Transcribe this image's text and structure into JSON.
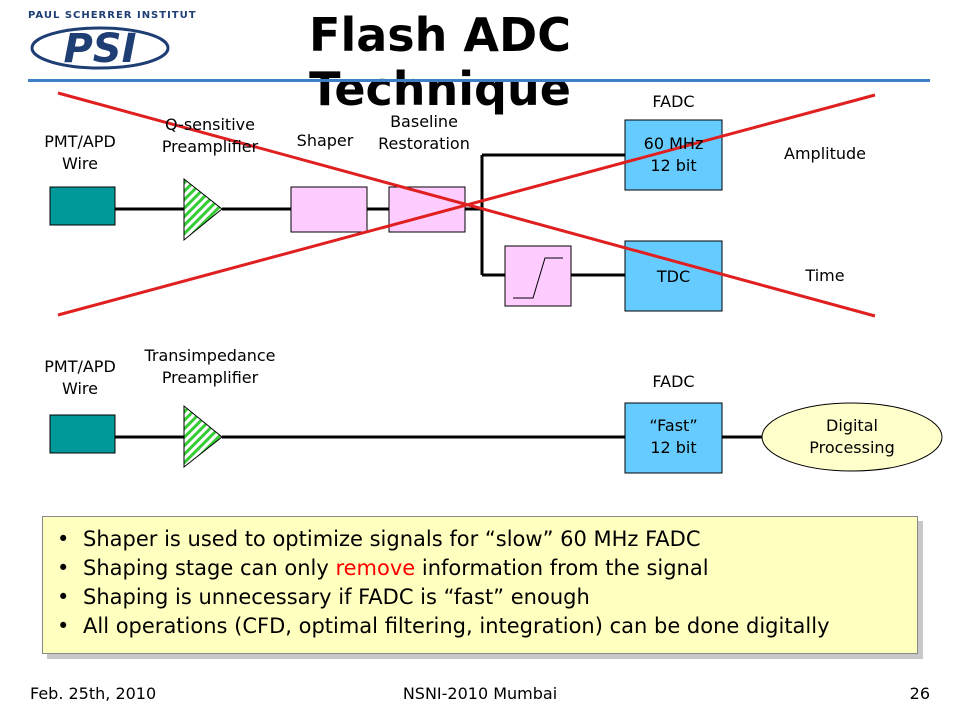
{
  "header": {
    "institute": "PAUL SCHERRER INSTITUT",
    "logo_text": "PSI",
    "title": "Flash ADC Technique"
  },
  "diagram_top": {
    "detector_label": [
      "PMT/APD",
      "Wire"
    ],
    "preamp_label": [
      "Q-sensitive",
      "Preamplifier"
    ],
    "shaper_label": "Shaper",
    "baseline_label": [
      "Baseline",
      "Restoration"
    ],
    "fadc_label": "FADC",
    "fadc_box": [
      "60 MHz",
      "12 bit"
    ],
    "tdc_box": "TDC",
    "amplitude_label": "Amplitude",
    "time_label": "Time"
  },
  "diagram_bottom": {
    "detector_label": [
      "PMT/APD",
      "Wire"
    ],
    "preamp_label": [
      "Transimpedance",
      "Preamplifier"
    ],
    "fadc_label": "FADC",
    "fadc_box": [
      "“Fast”",
      "12 bit"
    ],
    "digital_label": [
      "Digital",
      "Processing"
    ]
  },
  "bullets": {
    "b1": "Shaper is used to optimize signals for “slow” 60 MHz FADC",
    "b2_pre": "Shaping stage can only ",
    "b2_red": "remove",
    "b2_post": " information from the signal",
    "b3": "Shaping is unnecessary if FADC is “fast” enough",
    "b4": "All operations (CFD, optimal filtering, integration) can be done digitally"
  },
  "footer": {
    "date": "Feb. 25th, 2010",
    "event": "NSNI-2010 Mumbai",
    "page": "26"
  },
  "colors": {
    "detector": "#009999",
    "shaper": "#ffccff",
    "fadc": "#66ccff",
    "digital": "#ffffcc",
    "cross": "#e02020",
    "preamp": "#33cc33",
    "rule": "#3d7fc6"
  }
}
